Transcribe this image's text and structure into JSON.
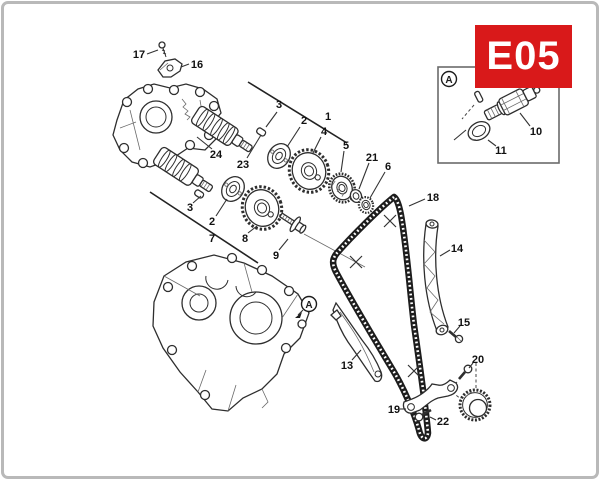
{
  "badge": {
    "code": "E05"
  },
  "markers": {
    "inset_detail": "A",
    "block_reference": "A"
  },
  "callouts": {
    "c1": "1",
    "c2a": "2",
    "c2b": "2",
    "c3a": "3",
    "c3b": "3",
    "c4": "4",
    "c5": "5",
    "c6": "6",
    "c7": "7",
    "c8": "8",
    "c9": "9",
    "c10": "10",
    "c11": "11",
    "c13": "13",
    "c14": "14",
    "c15": "15",
    "c16": "16",
    "c17": "17",
    "c18": "18",
    "c19": "19",
    "c20": "20",
    "c21": "21",
    "c22": "22",
    "c23": "23",
    "c24": "24"
  },
  "colors": {
    "accent_red": "#d9191a",
    "line_dark": "#2e2e2e",
    "frame_border": "#b9b9b9",
    "inset_border": "#6b6b6b",
    "label_text": "#111111",
    "badge_text": "#ffffff"
  }
}
